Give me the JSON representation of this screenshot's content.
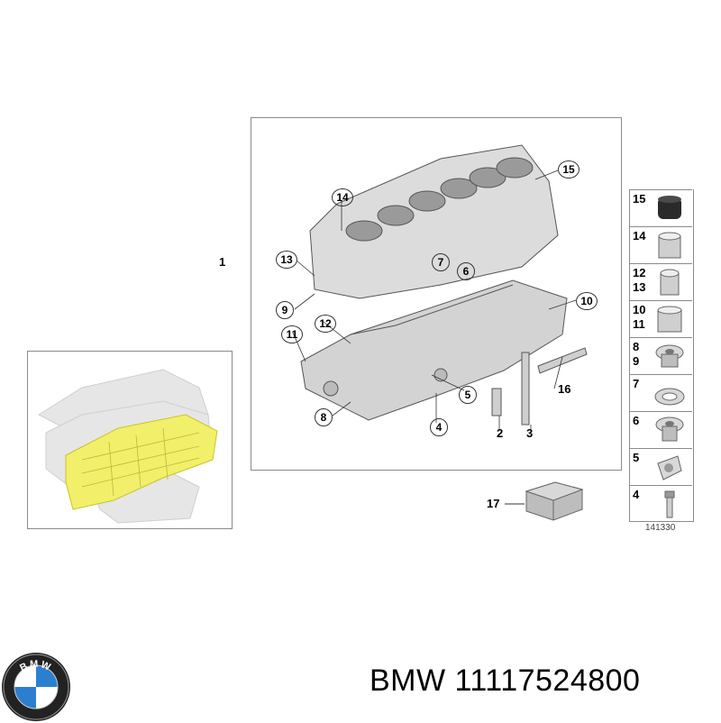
{
  "main_diagram": {
    "assembly_label": "1",
    "callouts": [
      "14",
      "15",
      "13",
      "7",
      "6",
      "9",
      "10",
      "12",
      "11",
      "5",
      "16",
      "8",
      "4",
      "2",
      "3"
    ]
  },
  "side_parts": [
    {
      "nums": [
        "15"
      ],
      "icon": "rubber-bushing-icon"
    },
    {
      "nums": [
        "14"
      ],
      "icon": "sleeve-icon"
    },
    {
      "nums": [
        "12",
        "13"
      ],
      "icon": "sleeve-icon"
    },
    {
      "nums": [
        "10",
        "11"
      ],
      "icon": "sleeve-icon"
    },
    {
      "nums": [
        "8",
        "9"
      ],
      "icon": "plug-icon"
    },
    {
      "nums": [
        "7"
      ],
      "icon": "sealing-ring-icon"
    },
    {
      "nums": [
        "6"
      ],
      "icon": "plug-icon"
    },
    {
      "nums": [
        "5"
      ],
      "icon": "oil-nozzle-icon"
    },
    {
      "nums": [
        "4"
      ],
      "icon": "bolt-icon"
    }
  ],
  "extra_part": {
    "label": "17",
    "icon": "box-icon"
  },
  "diagram_number": "141330",
  "footer": {
    "brand_text": "BMW 11117524800",
    "logo_letters": "BMW"
  },
  "colors": {
    "frame": "#8a8a8a",
    "highlight": "#f2ef6a",
    "logo_blue": "#2c7fd0"
  }
}
